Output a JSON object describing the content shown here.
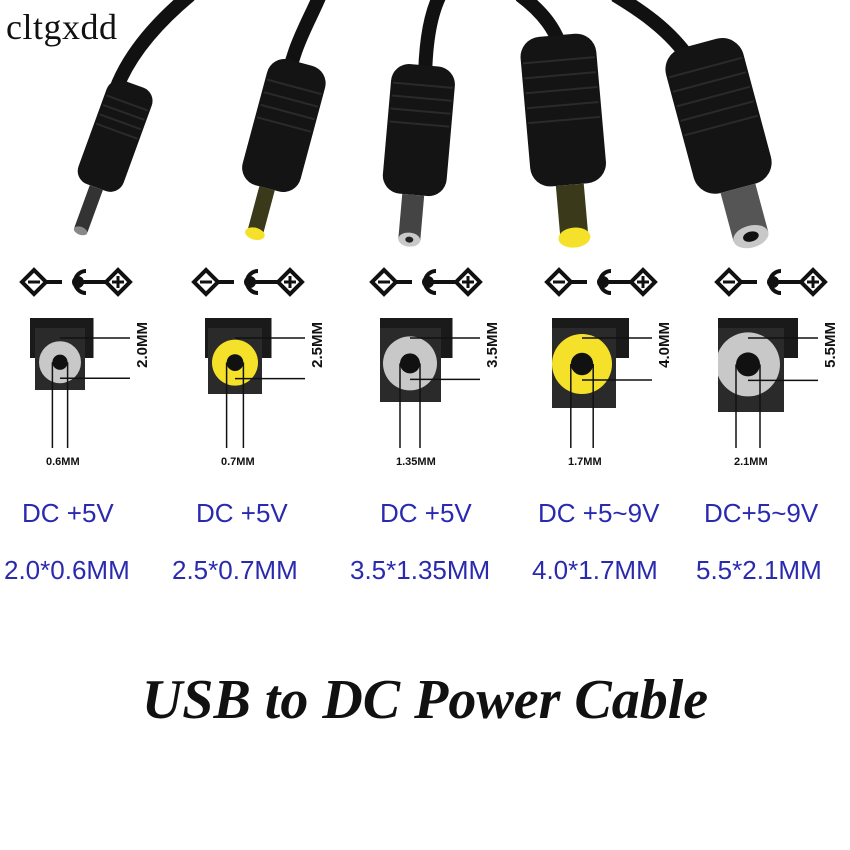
{
  "brand": "cltgxdd",
  "title": "USB to DC Power Cable",
  "colors": {
    "plug_black": "#111111",
    "tip_yellow": "#f5e12a",
    "tip_silver": "#c8c8c8",
    "label_blue": "#2a2ab0"
  },
  "icons": [
    "dc-polarity-symbol-icon"
  ],
  "connectors": [
    {
      "outer": "2.0MM",
      "inner": "0.6MM",
      "voltage": "DC +5V",
      "size": "2.0*0.6MM",
      "tip": "silver"
    },
    {
      "outer": "2.5MM",
      "inner": "0.7MM",
      "voltage": "DC +5V",
      "size": "2.5*0.7MM",
      "tip": "yellow"
    },
    {
      "outer": "3.5MM",
      "inner": "1.35MM",
      "voltage": "DC +5V",
      "size": "3.5*1.35MM",
      "tip": "silver"
    },
    {
      "outer": "4.0MM",
      "inner": "1.7MM",
      "voltage": "DC +5~9V",
      "size": "4.0*1.7MM",
      "tip": "yellow"
    },
    {
      "outer": "5.5MM",
      "inner": "2.1MM",
      "voltage": "DC+5~9V",
      "size": "5.5*2.1MM",
      "tip": "silver"
    }
  ]
}
